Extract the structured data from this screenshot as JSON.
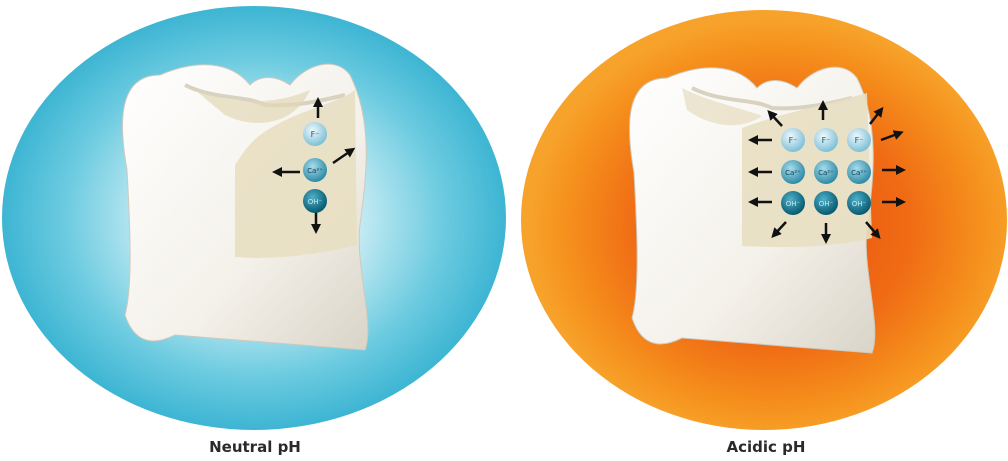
{
  "panels": [
    {
      "caption": "Neutral pH",
      "halo_colors": [
        "#ffffff",
        "#bfe9f2",
        "#5cc3d9",
        "#3db5d3"
      ],
      "ions": [
        {
          "label": "F⁻"
        },
        {
          "label": "Ca²⁺"
        },
        {
          "label": "OH⁻"
        }
      ]
    },
    {
      "caption": "Acidic pH",
      "halo_colors": [
        "#e8500f",
        "#f06a14",
        "#f5901c",
        "#f7a22a"
      ],
      "ions": [
        {
          "label": "F⁻"
        },
        {
          "label": "F⁻"
        },
        {
          "label": "F⁻"
        },
        {
          "label": "Ca²⁺"
        },
        {
          "label": "Ca²⁺"
        },
        {
          "label": "Ca²⁺"
        },
        {
          "label": "OH⁻"
        },
        {
          "label": "OH⁻"
        },
        {
          "label": "OH⁻"
        }
      ]
    }
  ],
  "colors": {
    "tooth": "#f7f5ef",
    "enamel_patch": "#e8dfc2",
    "fluoride_ion": "#a9d6e6",
    "calcium_ion": "#3f9fb8",
    "hydroxide_ion": "#0f6f86",
    "arrow": "#111111"
  },
  "icons": [
    "molar-tooth-icon",
    "ion-sphere-icon",
    "release-arrow-icon"
  ]
}
